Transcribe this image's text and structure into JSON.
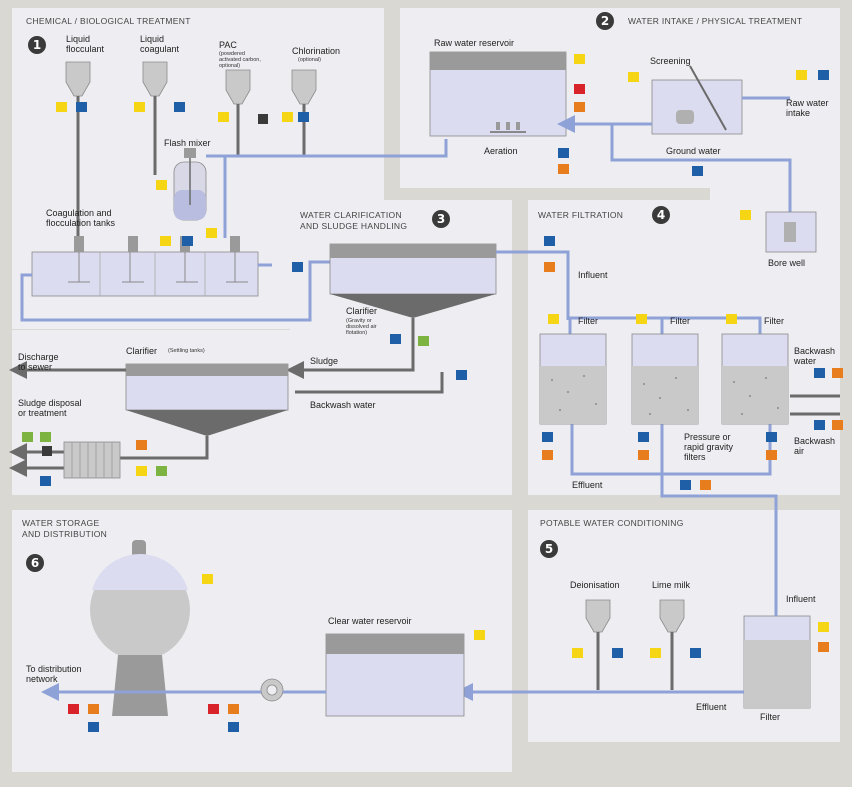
{
  "sections": {
    "s1": {
      "num": "1",
      "title": "CHEMICAL / BIOLOGICAL TREATMENT"
    },
    "s2": {
      "num": "2",
      "title": "WATER INTAKE / PHYSICAL TREATMENT"
    },
    "s3": {
      "num": "3",
      "title1": "WATER CLARIFICATION",
      "title2": "AND SLUDGE HANDLING"
    },
    "s4": {
      "num": "4",
      "title": "WATER FILTRATION"
    },
    "s5": {
      "num": "5",
      "title": "POTABLE WATER CONDITIONING"
    },
    "s6": {
      "num": "6",
      "title1": "WATER STORAGE",
      "title2": "AND DISTRIBUTION"
    }
  },
  "labels": {
    "liquid_flocculant_1": "Liquid",
    "liquid_flocculant_2": "flocculant",
    "liquid_coagulant_1": "Liquid",
    "liquid_coagulant_2": "coagulant",
    "pac": "PAC",
    "pac_note_1": "(powdered",
    "pac_note_2": "activated carbon,",
    "pac_note_3": "optional)",
    "chlorination": "Chlorination",
    "chlorination_note": "(optional)",
    "flash_mixer": "Flash mixer",
    "coag_tanks_1": "Coagulation and",
    "coag_tanks_2": "flocculation tanks",
    "raw_water_reservoir": "Raw water reservoir",
    "aeration": "Aeration",
    "screening": "Screening",
    "raw_water_intake_1": "Raw water",
    "raw_water_intake_2": "intake",
    "ground_water": "Ground water",
    "bore_well": "Bore well",
    "clarifier": "Clarifier",
    "clarifier_note_1": "(Gravity or",
    "clarifier_note_2": "dissolved air",
    "clarifier_note_3": "flotation)",
    "influent": "Influent",
    "filter1": "Filter",
    "filter2": "Filter",
    "filter3": "Filter",
    "backwash_water_1": "Backwash",
    "backwash_water_2": "water",
    "backwash_air_1": "Backwash",
    "backwash_air_2": "air",
    "pressure_filters_1": "Pressure or",
    "pressure_filters_2": "rapid gravity",
    "pressure_filters_3": "filters",
    "effluent": "Effluent",
    "discharge_1": "Discharge",
    "discharge_2": "to sewer",
    "clarifier_settling": "Clarifier",
    "settling_note": "(Settling tanks)",
    "sludge_disposal_1": "Sludge disposal",
    "sludge_disposal_2": "or treatment",
    "sludge": "Sludge",
    "backwash_water_line": "Backwash water",
    "deionisation": "Deionisation",
    "lime_milk": "Lime milk",
    "influent_5": "Influent",
    "effluent_5": "Effluent",
    "filter_5": "Filter",
    "clear_water_reservoir": "Clear water reservoir",
    "to_distribution_1": "To distribution",
    "to_distribution_2": "network"
  },
  "colors": {
    "background": "#d9d8d2",
    "panel": "#eeeef2",
    "pipe_blue": "#8ea2d8",
    "pipe_grey": "#6b6b6b",
    "water": "#dcdcf0",
    "equipment": "#c9c9c9",
    "icon_yellow": "#f6d614",
    "icon_blue": "#1f5fa8",
    "icon_orange": "#e87d1e",
    "icon_red": "#d8232a",
    "icon_green": "#7cb341"
  },
  "icons": [
    "flow-meter-icon",
    "level-sensor-icon",
    "pressure-sensor-icon",
    "temperature-sensor-icon",
    "analysis-icon",
    "valve-icon"
  ]
}
